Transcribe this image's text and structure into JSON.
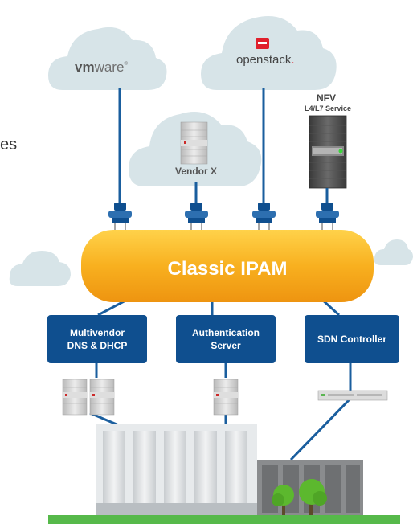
{
  "side_text": "es",
  "clouds": {
    "vmware": {
      "brand_prefix": "vm",
      "brand_suffix": "ware",
      "trademark": "®"
    },
    "openstack": {
      "label": "openstack",
      "trademark": "."
    },
    "vendor_x": {
      "label": "Vendor X"
    }
  },
  "nfv": {
    "title": "NFV",
    "subtitle": "L4/L7 Service"
  },
  "hub": {
    "label": "Classic IPAM"
  },
  "services": [
    {
      "line1": "Multivendor",
      "line2": "DNS & DHCP"
    },
    {
      "line1": "Authentication",
      "line2": "Server"
    },
    {
      "line1": "SDN Controller",
      "line2": ""
    }
  ],
  "colors": {
    "cloud": "#d7e4e8",
    "link_blue": "#1a5e9e",
    "hub_orange": "#f6a31a",
    "service_box": "#0f4f8f",
    "openstack_red": "#e0202c",
    "grass": "#56b94a",
    "tree": "#5cb82e"
  }
}
